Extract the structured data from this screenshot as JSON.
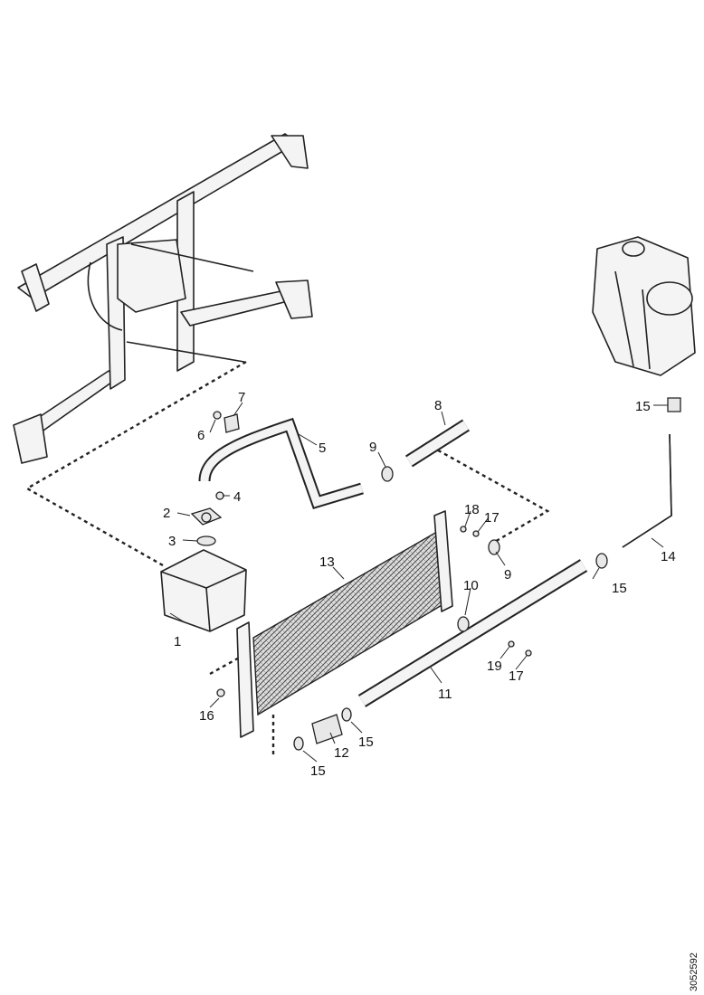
{
  "diagram": {
    "callouts": {
      "c1": "1",
      "c2": "2",
      "c3": "3",
      "c4": "4",
      "c5": "5",
      "c6": "6",
      "c7": "7",
      "c8": "8",
      "c9a": "9",
      "c9b": "9",
      "c10": "10",
      "c11": "11",
      "c12": "12",
      "c13": "13",
      "c14": "14",
      "c15a": "15",
      "c15b": "15",
      "c15c": "15",
      "c15d": "15",
      "c16": "16",
      "c17a": "17",
      "c17b": "17",
      "c18": "18",
      "c19": "19"
    },
    "reference_code": "3052592"
  }
}
